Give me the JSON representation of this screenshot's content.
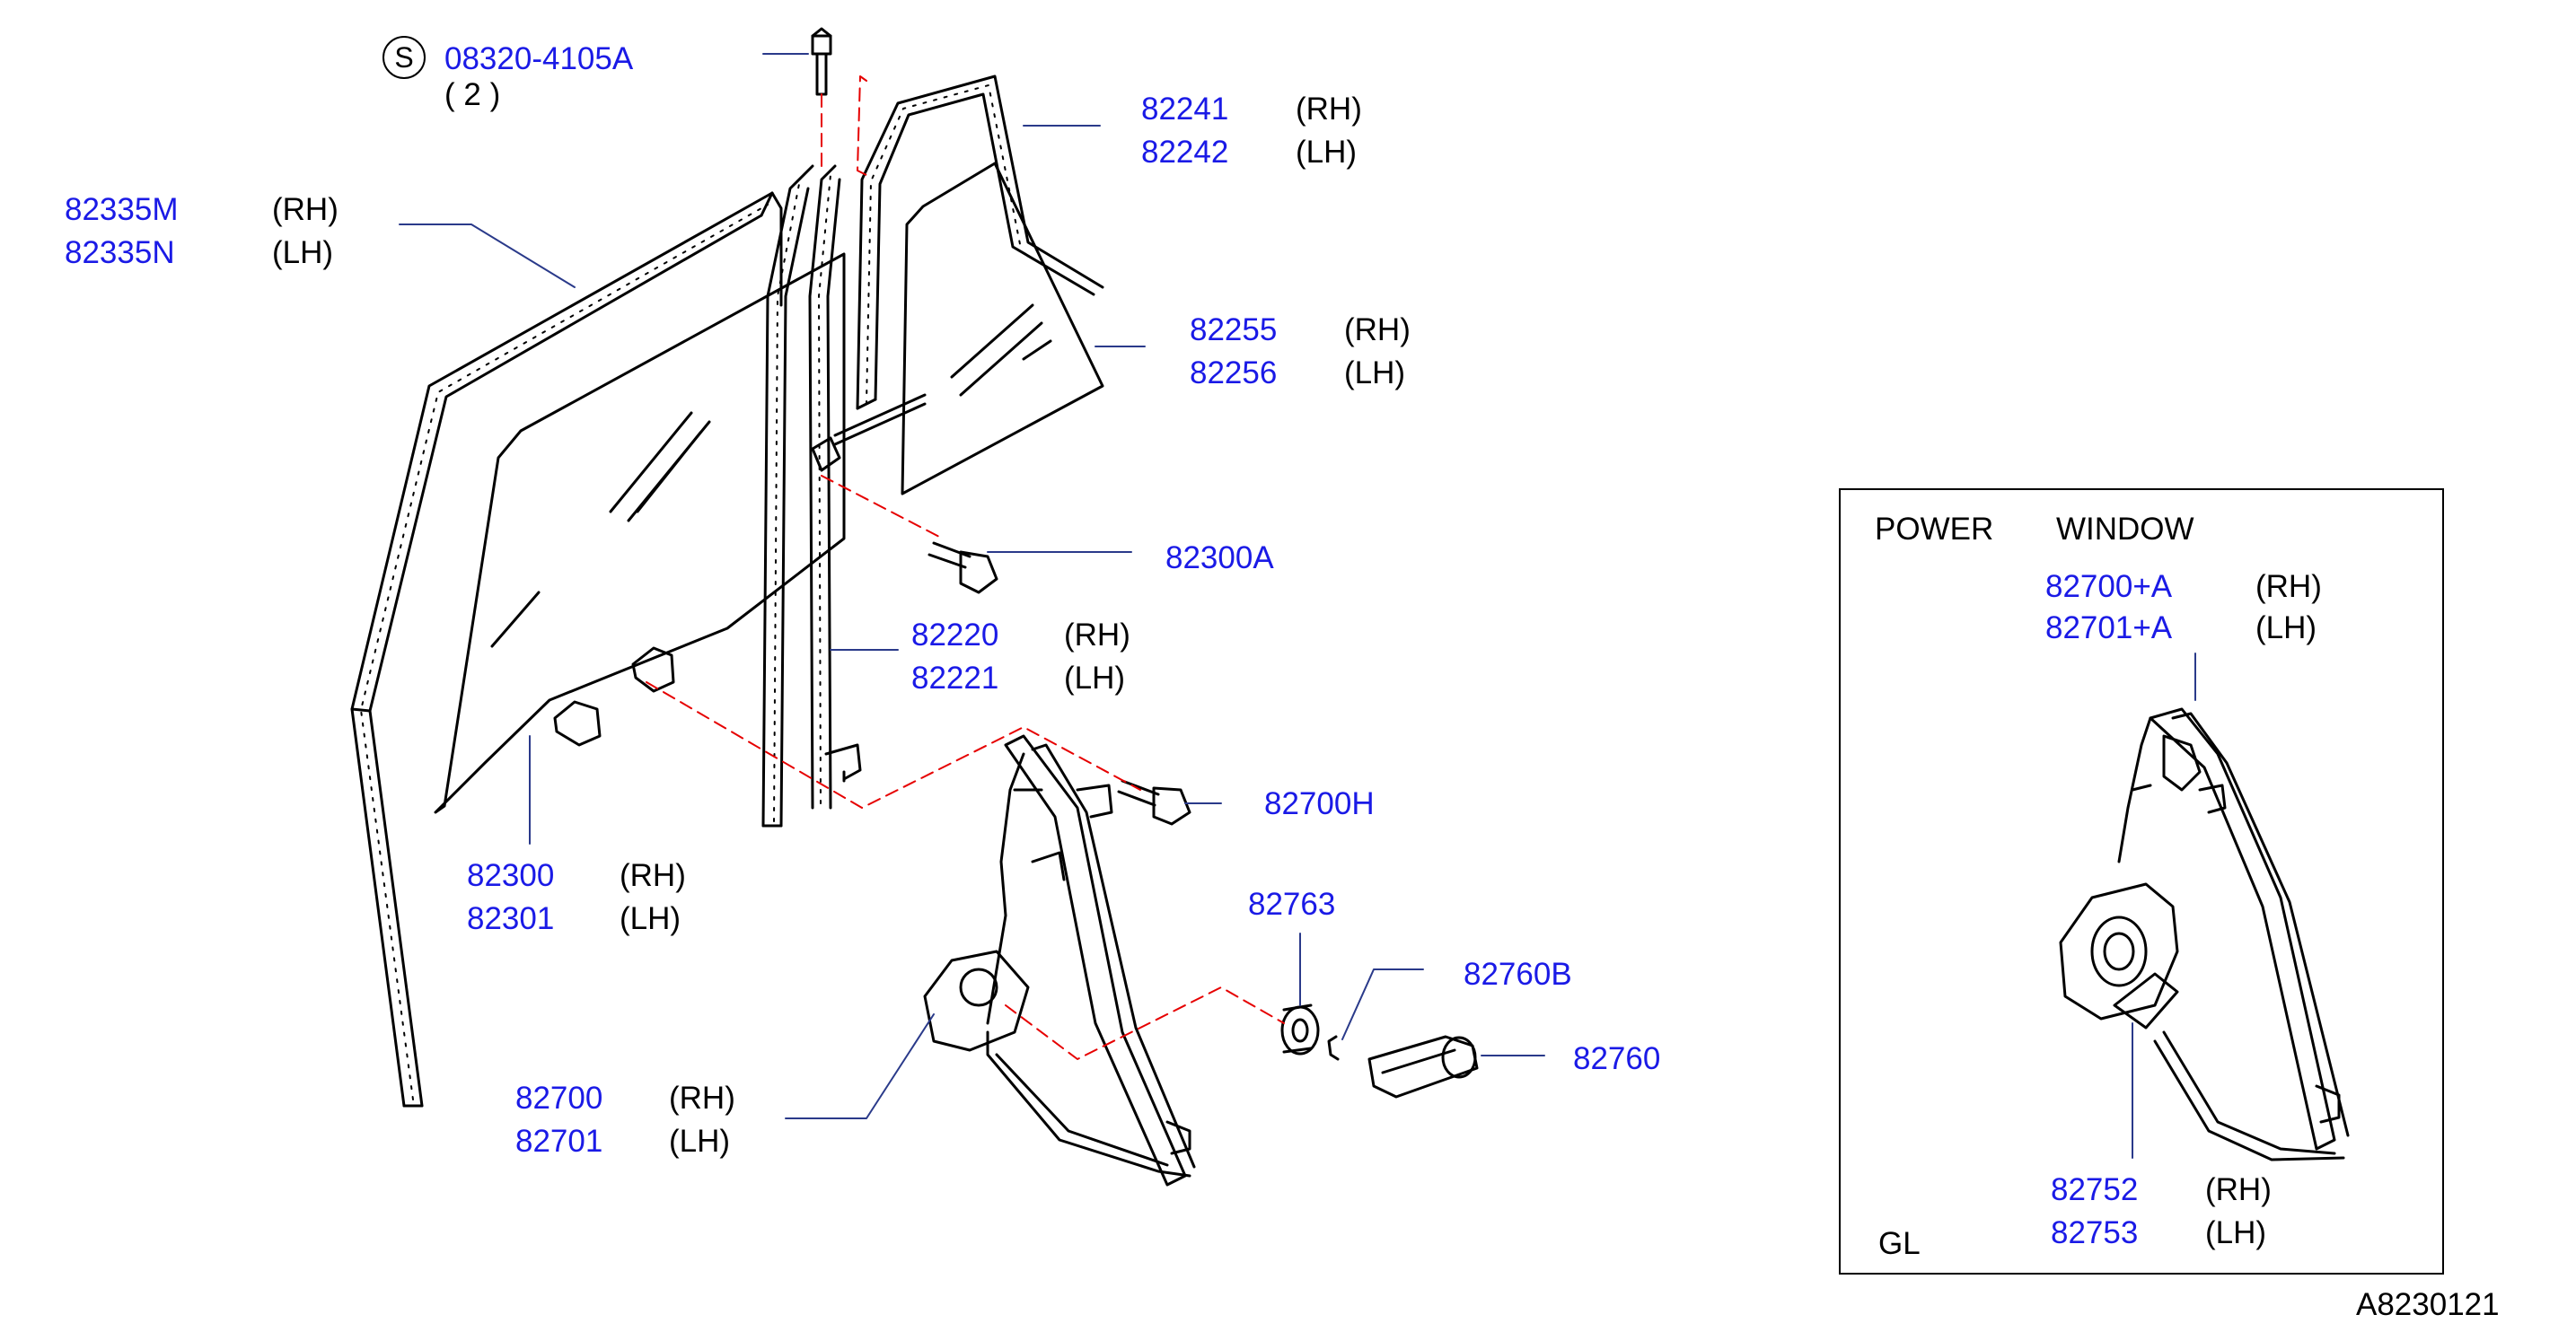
{
  "diagram": {
    "code": "A8230121",
    "screw": {
      "symbol": "S",
      "part": "08320-4105A",
      "qty": "( 2 )"
    },
    "parts": [
      {
        "id": "sash_seal",
        "rh": "82335M",
        "lh": "82335N",
        "rh_tag": "(RH)",
        "lh_tag": "(LH)"
      },
      {
        "id": "quarter_seal",
        "rh": "82241",
        "lh": "82242",
        "rh_tag": "(RH)",
        "lh_tag": "(LH)"
      },
      {
        "id": "quarter_glass",
        "rh": "82255",
        "lh": "82256",
        "rh_tag": "(RH)",
        "lh_tag": "(LH)"
      },
      {
        "id": "channel",
        "rh": "82220",
        "lh": "82221",
        "rh_tag": "(RH)",
        "lh_tag": "(LH)"
      },
      {
        "id": "door_glass",
        "rh": "82300",
        "lh": "82301",
        "rh_tag": "(RH)",
        "lh_tag": "(LH)"
      },
      {
        "id": "regulator",
        "rh": "82700",
        "lh": "82701",
        "rh_tag": "(RH)",
        "lh_tag": "(LH)"
      }
    ],
    "singles": {
      "bolt_glass": "82300A",
      "bolt_regulator": "82700H",
      "washer": "82763",
      "clip": "82760B",
      "handle": "82760"
    },
    "inset": {
      "title_1": "POWER",
      "title_2": "WINDOW",
      "grade": "GL",
      "regulator": {
        "rh": "82700+A",
        "lh": "82701+A",
        "rh_tag": "(RH)",
        "lh_tag": "(LH)"
      },
      "motor": {
        "rh": "82752",
        "lh": "82753",
        "rh_tag": "(RH)",
        "lh_tag": "(LH)"
      }
    }
  }
}
